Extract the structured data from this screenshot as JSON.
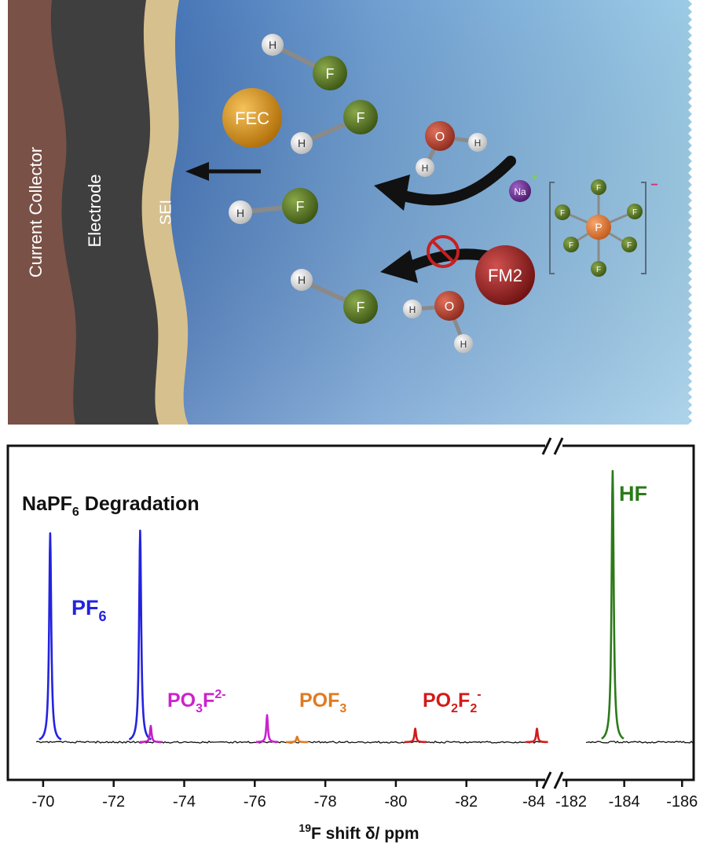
{
  "illustration": {
    "layers": {
      "current_collector": "Current Collector",
      "electrode": "Electrode",
      "sei": "SEI"
    },
    "molecules": {
      "fec": "FEC",
      "fm2": "FM2",
      "h": "H",
      "f": "F",
      "o": "O",
      "na": "Na",
      "p": "P",
      "plus": "+",
      "minus": "−"
    },
    "colors": {
      "current_collector": "#7a5147",
      "electrode": "#3f3f3f",
      "sei": "#d6c08e",
      "electrolyte_left": "#3f6fb2",
      "electrolyte_right": "#93c4e2",
      "fluorine": "#4f6a1f",
      "hydrogen": "#e8e8e8",
      "oxygen": "#b5402e",
      "fec": "#d8901a",
      "fm2": "#9c2424",
      "sodium": "#6b2d8f",
      "phosphorus": "#e07a35"
    }
  },
  "chart_data": {
    "type": "line",
    "title": "NaPF6 Degradation",
    "xlabel": "19F shift δ/ ppm",
    "axis_segments": [
      {
        "xlim": [
          -69,
          -84.3
        ],
        "ticks": [
          -70,
          -72,
          -74,
          -76,
          -78,
          -80,
          -82,
          -84
        ]
      },
      {
        "xlim": [
          -181.7,
          -186.4
        ],
        "ticks": [
          -182,
          -184,
          -186
        ]
      }
    ],
    "grid": false,
    "peaks": [
      {
        "label": "PF6",
        "segment": 0,
        "positions": [
          -70.2,
          -72.75
        ],
        "relative_heights": [
          0.77,
          0.78
        ],
        "color": "#2323e0"
      },
      {
        "label": "PF6 (minor)",
        "segment": 0,
        "positions": [
          -73.05
        ],
        "relative_heights": [
          0.06
        ],
        "color": "#c41ec4"
      },
      {
        "label": "PO3F2-",
        "segment": 0,
        "positions": [
          -76.35
        ],
        "relative_heights": [
          0.1
        ],
        "color": "#cc22cc"
      },
      {
        "label": "POF3",
        "segment": 0,
        "positions": [
          -77.2
        ],
        "relative_heights": [
          0.02
        ],
        "color": "#e07a20"
      },
      {
        "label": "PO2F2-",
        "segment": 0,
        "positions": [
          -80.55,
          -84.0
        ],
        "relative_heights": [
          0.05,
          0.05
        ],
        "color": "#d21b1b"
      },
      {
        "label": "HF",
        "segment": 1,
        "positions": [
          -183.6
        ],
        "relative_heights": [
          1.0
        ],
        "color": "#2c7a1a"
      }
    ],
    "labels": {
      "title_main": "NaPF",
      "title_sub": "6",
      "title_rest": " Degradation",
      "pf6_main": "PF",
      "pf6_sub": "6",
      "po3f_a": "PO",
      "po3f_sub": "3",
      "po3f_b": "F",
      "po3f_sup": "2-",
      "pof3_main": "POF",
      "pof3_sub": "3",
      "po2f2_a": "PO",
      "po2f2_sub1": "2",
      "po2f2_b": "F",
      "po2f2_sub2": "2",
      "po2f2_sup": "-",
      "hf": "HF",
      "xlabel_sup": "19",
      "xlabel_rest": "F shift δ/ ppm"
    },
    "colors": {
      "pf6": "#2323e0",
      "po3f": "#cc22cc",
      "pof3": "#e07a20",
      "po2f2": "#d21b1b",
      "hf": "#2c7a1a",
      "baseline": "#111111"
    }
  }
}
